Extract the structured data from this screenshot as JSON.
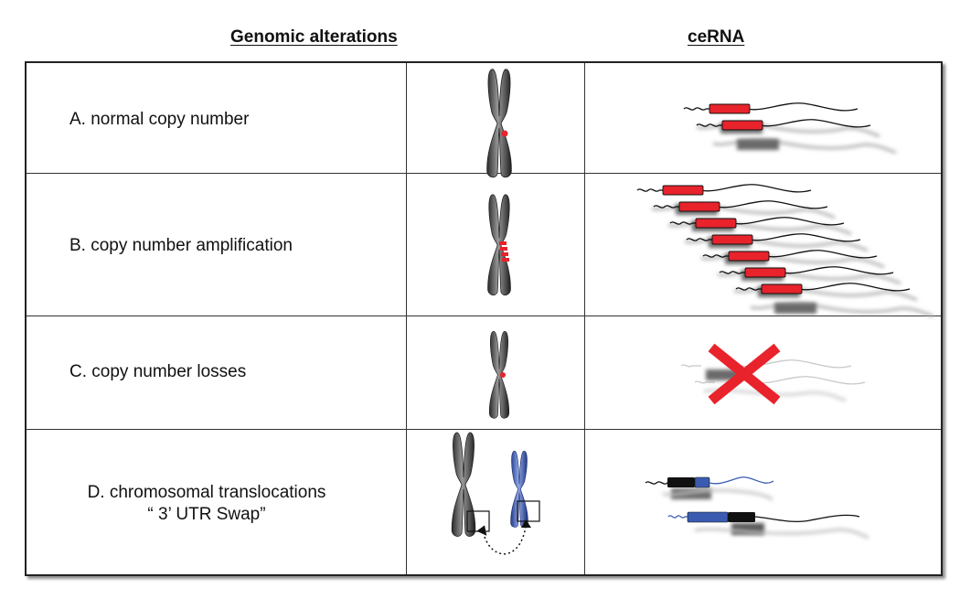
{
  "headers": {
    "left": "Genomic alterations",
    "right": "ceRNA"
  },
  "rows": [
    {
      "label": "A. normal copy number"
    },
    {
      "label": "B. copy number amplification"
    },
    {
      "label": "C. copy number losses"
    },
    {
      "label": "D. chromosomal translocations",
      "sublabel": "“ 3’ UTR Swap”"
    }
  ],
  "colors": {
    "red": "#e8232b",
    "blue": "#3a5bb0",
    "black": "#111111",
    "grey": "#8a8a8a"
  }
}
